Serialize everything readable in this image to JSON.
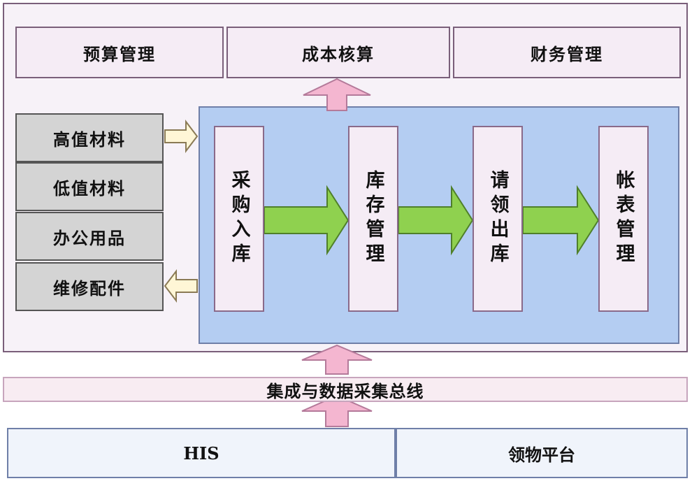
{
  "top_modules": [
    "预算管理",
    "成本核算",
    "财务管理"
  ],
  "materials": [
    "高值材料",
    "低值材料",
    "办公用品",
    "维修配件"
  ],
  "process_steps": [
    "采购入库",
    "库存管理",
    "请领出库",
    "帐表管理"
  ],
  "bus_label": "集成与数据采集总线",
  "bottom_systems": [
    "HIS",
    "领物平台"
  ],
  "colors": {
    "module_fill": "#f5ecf5",
    "material_fill": "#d4d4d4",
    "process_area": "#b4cdf2",
    "flow_arrow": "#8fd14f",
    "up_arrow": "#f4b6d0",
    "side_arrow": "#fff6d6"
  }
}
